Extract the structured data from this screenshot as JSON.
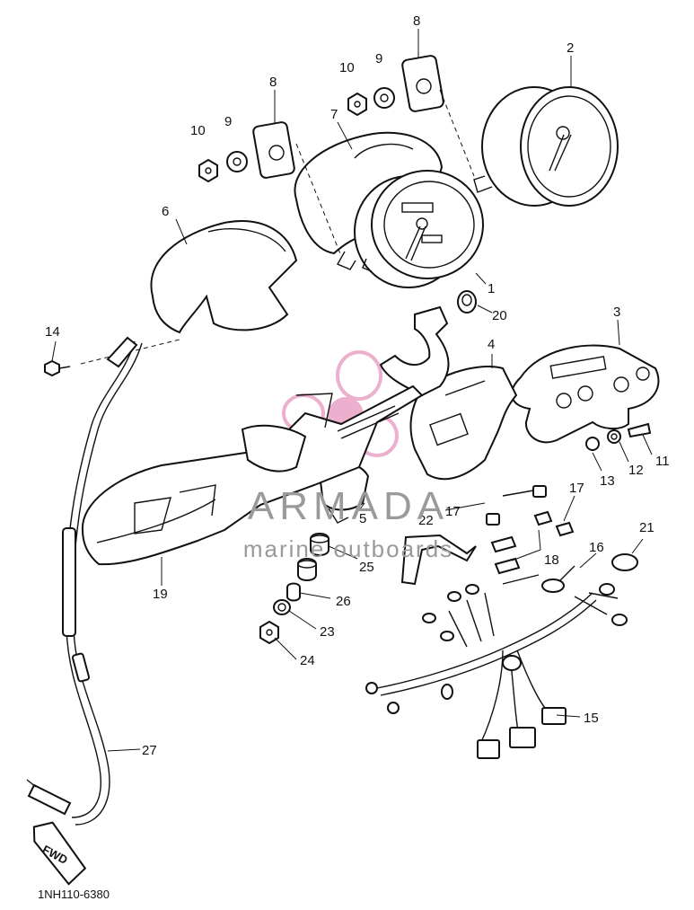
{
  "diagram": {
    "code": "1NH110-6380",
    "watermark": {
      "brand": "ARMADA",
      "tagline": "marine outboards",
      "accent_color": "#e9a2c6",
      "text_color": "#9a9a9a"
    },
    "direction_marker": "FWD",
    "callouts": [
      "1",
      "2",
      "3",
      "4",
      "5",
      "6",
      "7",
      "8",
      "8",
      "9",
      "9",
      "10",
      "10",
      "11",
      "12",
      "13",
      "14",
      "15",
      "16",
      "17",
      "17",
      "18",
      "19",
      "20",
      "21",
      "22",
      "23",
      "24",
      "25",
      "26",
      "27"
    ]
  }
}
